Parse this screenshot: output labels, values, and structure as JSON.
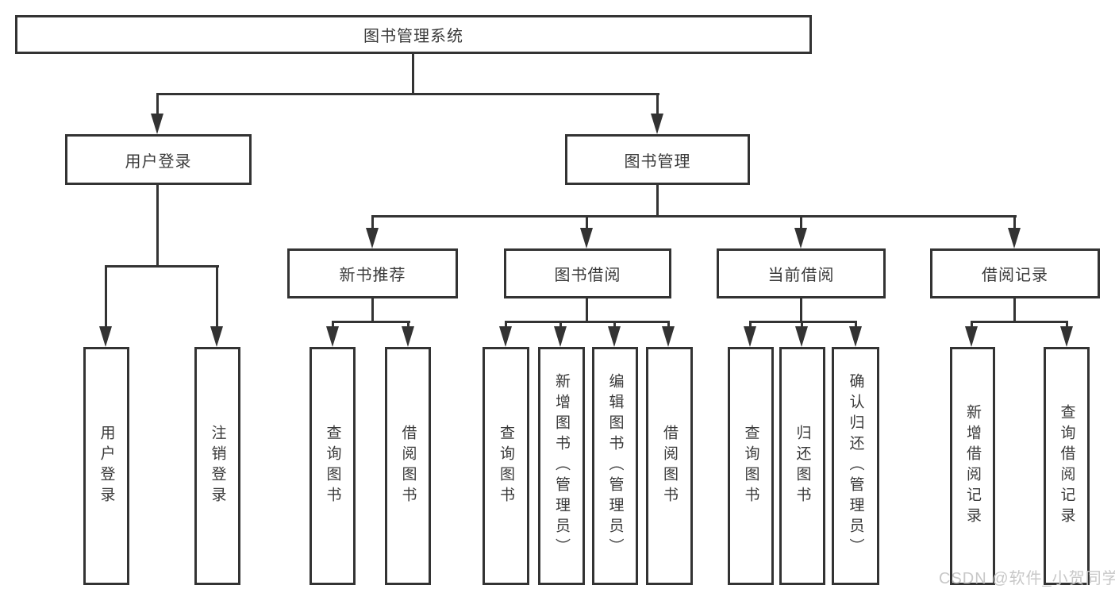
{
  "diagram": {
    "watermark": "CSDN @软件_小贺同学",
    "colors": {
      "line": "#333333",
      "text": "#3a3a3a",
      "background": "#ffffff",
      "watermark": "#c8c8c8"
    },
    "nodes": {
      "root": "图书管理系统",
      "user_login": "用户登录",
      "book_mgmt": "图书管理",
      "new_book_rec": "新书推荐",
      "book_borrow": "图书借阅",
      "current_borrow": "当前借阅",
      "borrow_records": "借阅记录",
      "ul_login": "用户登录",
      "ul_logout": "注销登录",
      "nbr_query": "查询图书",
      "nbr_borrow": "借阅图书",
      "bb_query": "查询图书",
      "bb_add": "新增图书（管理员）",
      "bb_edit": "编辑图书（管理员）",
      "bb_borrow": "借阅图书",
      "cb_query": "查询图书",
      "cb_return": "归还图书",
      "cb_confirm": "确认归还（管理员）",
      "br_add": "新增借阅记录",
      "br_query": "查询借阅记录"
    }
  }
}
